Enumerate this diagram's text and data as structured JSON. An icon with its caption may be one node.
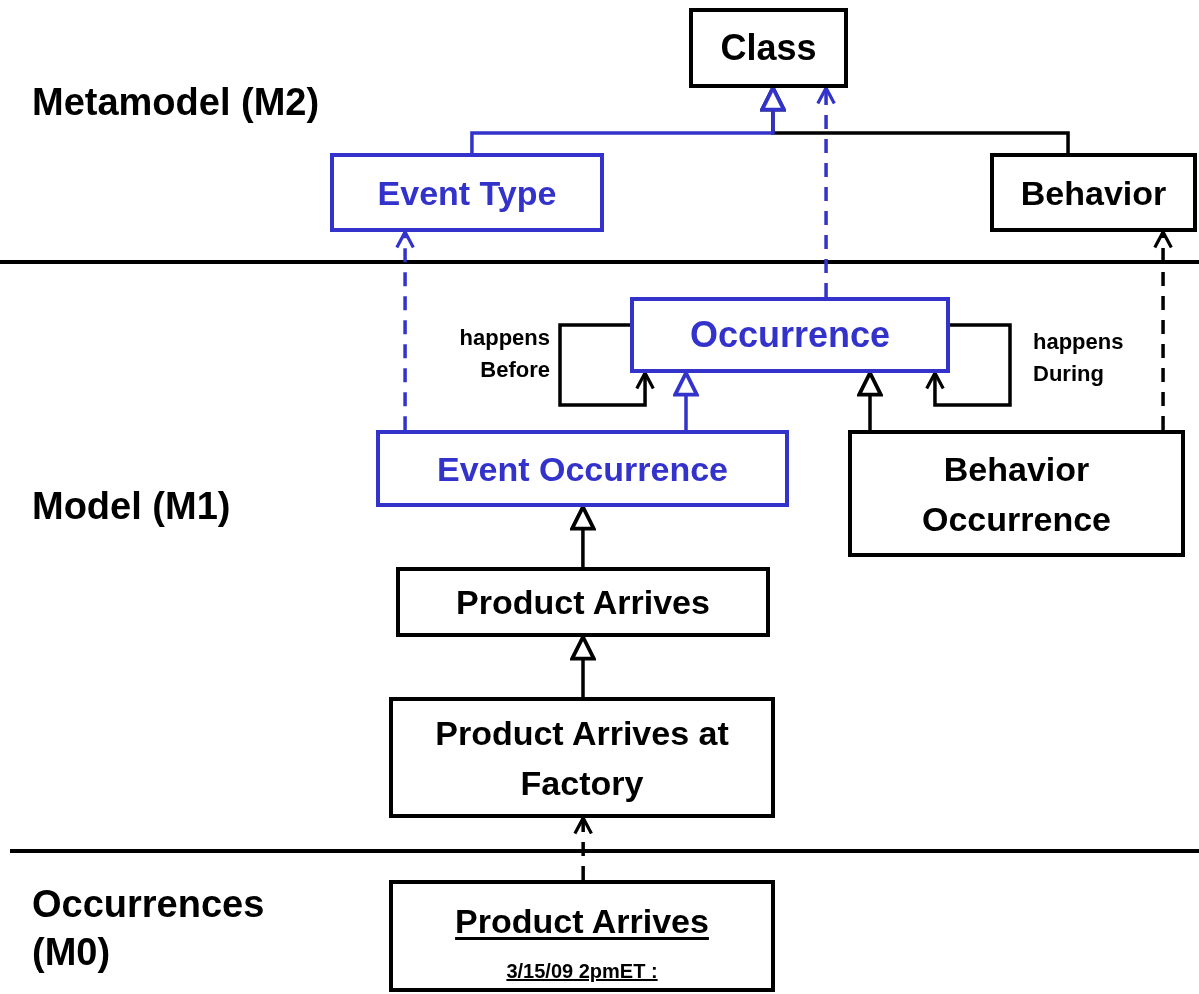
{
  "diagram": {
    "nodes": [
      {
        "text": [
          "Class"
        ]
      },
      {
        "text": [
          "Event Type"
        ]
      },
      {
        "text": [
          "Behavior"
        ]
      },
      {
        "text": [
          "Occurrence"
        ]
      },
      {
        "text": [
          "Event Occurrence"
        ]
      },
      {
        "text": [
          "Behavior Occurrence"
        ]
      },
      {
        "text": [
          "Product Arrives"
        ]
      },
      {
        "text": [
          "Product Arrives at Factory"
        ]
      },
      {
        "text": [
          "Product Arrives",
          "3/15/09 2pmET :"
        ]
      }
    ],
    "edges": [
      {
        "from": 1,
        "to": 0,
        "arrow": "to",
        "color": "#3333cc"
      },
      {
        "from": 2,
        "to": 0,
        "arrow": "to"
      },
      {
        "from": 3,
        "to": 0,
        "arrow": "to",
        "style": "dashed",
        "color": "#3333cc"
      },
      {
        "from": 4,
        "to": 1,
        "arrow": "to",
        "style": "dashed",
        "color": "#3333cc"
      },
      {
        "from": 5,
        "to": 2,
        "arrow": "to",
        "style": "dashed"
      },
      {
        "from": 3,
        "to": 3,
        "arrow": "to",
        "label": "happens Before"
      },
      {
        "from": 4,
        "to": 3,
        "arrow": "to",
        "color": "#3333cc"
      },
      {
        "from": 5,
        "to": 3,
        "arrow": "to"
      },
      {
        "from": 3,
        "to": 3,
        "arrow": "to",
        "label": "happens During"
      },
      {
        "from": 6,
        "to": 4,
        "arrow": "to"
      },
      {
        "from": 7,
        "to": 6,
        "arrow": "to"
      },
      {
        "from": 8,
        "to": 7,
        "arrow": "to",
        "style": "dashed"
      }
    ],
    "labels": [
      "Metamodel (M2)",
      "Model (M1)",
      "Occurrences (M0)"
    ]
  }
}
